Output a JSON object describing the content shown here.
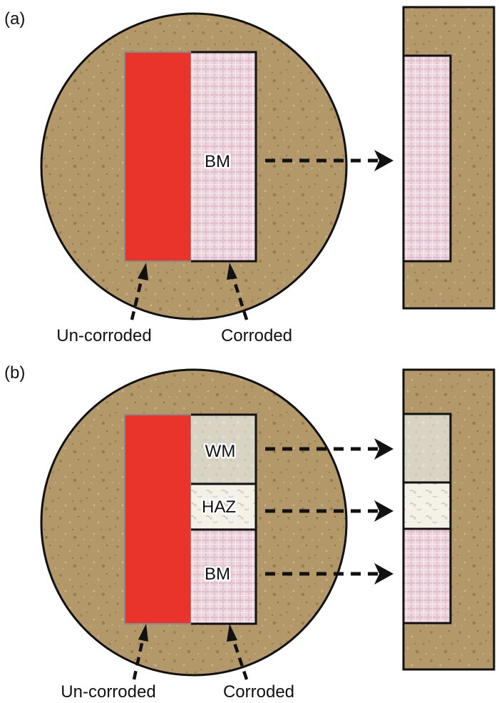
{
  "panel_a": {
    "label": "(a)",
    "sample_label": "BM",
    "left_caption": "Un-corroded",
    "right_caption": "Corroded"
  },
  "panel_b": {
    "label": "(b)",
    "regions": [
      "WM",
      "HAZ",
      "BM"
    ],
    "left_caption": "Un-corroded",
    "right_caption": "Corroded"
  },
  "colors": {
    "mount": "#b59a6c",
    "uncorroded": "#e8342b",
    "bm": "#ecd4dc",
    "wm": "#d9d4c4",
    "haz": "#f3f0e6"
  }
}
